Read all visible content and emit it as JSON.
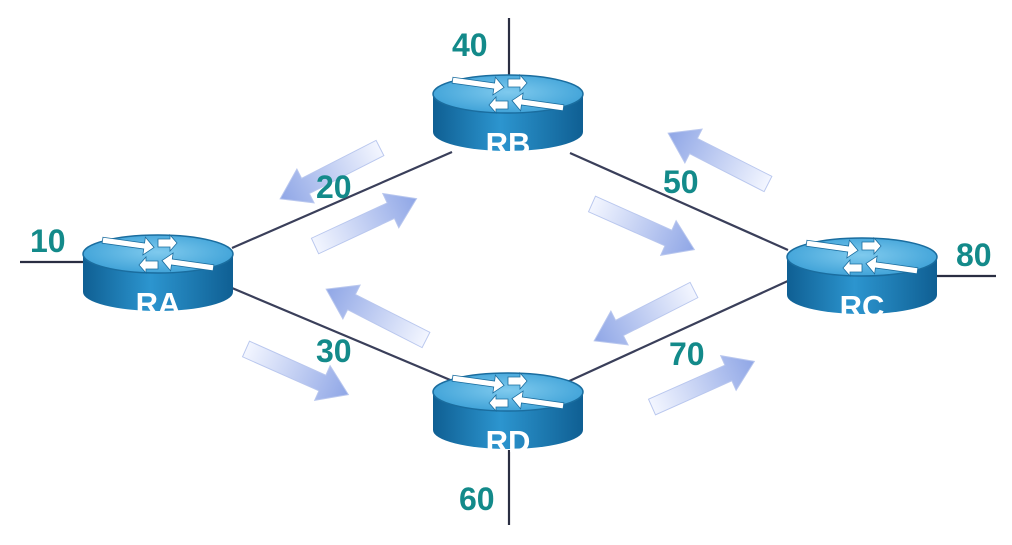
{
  "routers": [
    {
      "id": "RA",
      "label": "RA"
    },
    {
      "id": "RB",
      "label": "RB"
    },
    {
      "id": "RC",
      "label": "RC"
    },
    {
      "id": "RD",
      "label": "RD"
    }
  ],
  "networks": {
    "ra_stub": "10",
    "ra_rb": "20",
    "ra_rd": "30",
    "rb_stub": "40",
    "rb_rc": "50",
    "rd_stub": "60",
    "rc_rd": "70",
    "rc_stub": "80"
  },
  "colors": {
    "router_body": "#1a7fb8",
    "router_top": "#5ab4e0",
    "label": "#138a8a",
    "link": "#3a3f5a",
    "arrow_light": "#f1f4ff",
    "arrow_dark": "#8ea4e4"
  }
}
